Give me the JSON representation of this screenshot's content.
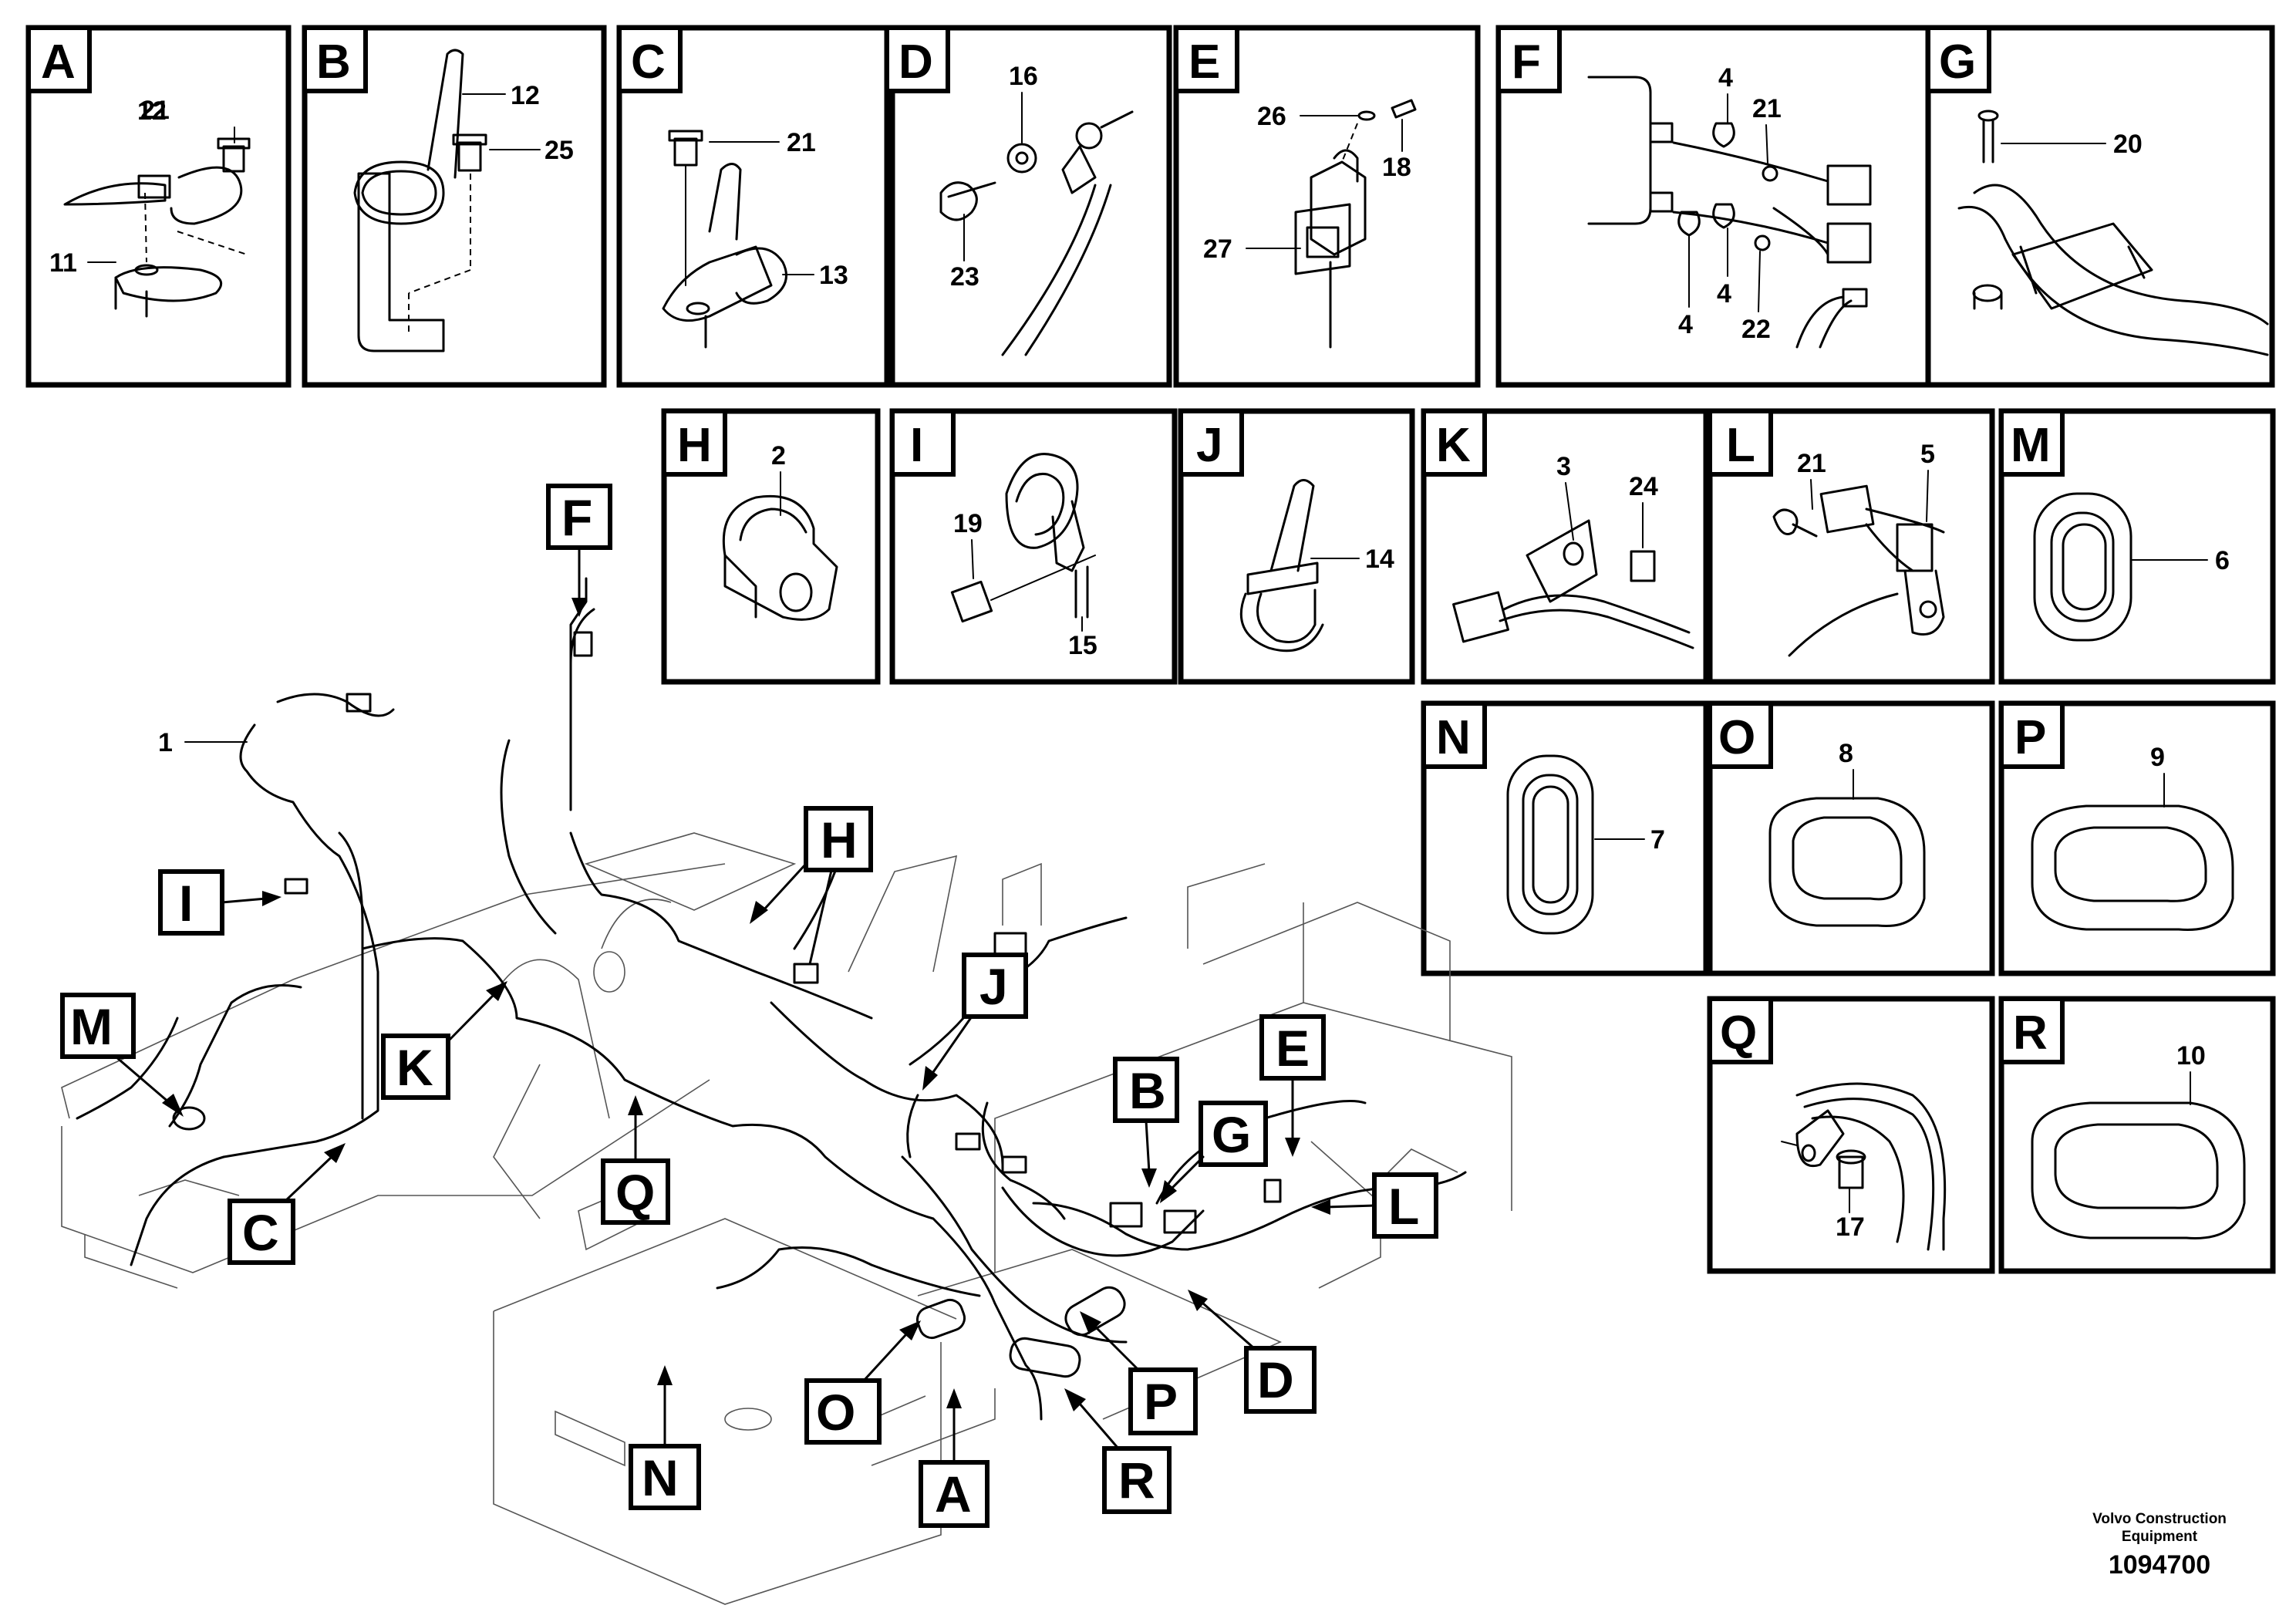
{
  "footer": {
    "brand_line1": "Volvo Construction",
    "brand_line2": "Equipment",
    "drawing_number": "1094700"
  },
  "detail_panels": [
    {
      "letter": "A",
      "callouts": [
        "21",
        "12",
        "11"
      ]
    },
    {
      "letter": "B",
      "callouts": [
        "12",
        "25"
      ]
    },
    {
      "letter": "C",
      "callouts": [
        "21",
        "13"
      ]
    },
    {
      "letter": "D",
      "callouts": [
        "16",
        "23"
      ]
    },
    {
      "letter": "E",
      "callouts": [
        "26",
        "18",
        "27"
      ]
    },
    {
      "letter": "F",
      "callouts": [
        "4",
        "21",
        "4",
        "4",
        "22"
      ]
    },
    {
      "letter": "G",
      "callouts": [
        "20"
      ]
    },
    {
      "letter": "H",
      "callouts": [
        "2"
      ]
    },
    {
      "letter": "I",
      "callouts": [
        "19",
        "15"
      ]
    },
    {
      "letter": "J",
      "callouts": [
        "14"
      ]
    },
    {
      "letter": "K",
      "callouts": [
        "3",
        "24"
      ]
    },
    {
      "letter": "L",
      "callouts": [
        "21",
        "5"
      ]
    },
    {
      "letter": "M",
      "callouts": [
        "6"
      ]
    },
    {
      "letter": "N",
      "callouts": [
        "7"
      ]
    },
    {
      "letter": "O",
      "callouts": [
        "8"
      ]
    },
    {
      "letter": "P",
      "callouts": [
        "9"
      ]
    },
    {
      "letter": "Q",
      "callouts": [
        "17"
      ]
    },
    {
      "letter": "R",
      "callouts": [
        "10"
      ]
    }
  ],
  "main_view": {
    "harness_callout": "1",
    "location_labels": [
      "F",
      "I",
      "H",
      "M",
      "K",
      "J",
      "C",
      "Q",
      "B",
      "E",
      "G",
      "L",
      "D",
      "P",
      "O",
      "A",
      "R",
      "N"
    ]
  }
}
